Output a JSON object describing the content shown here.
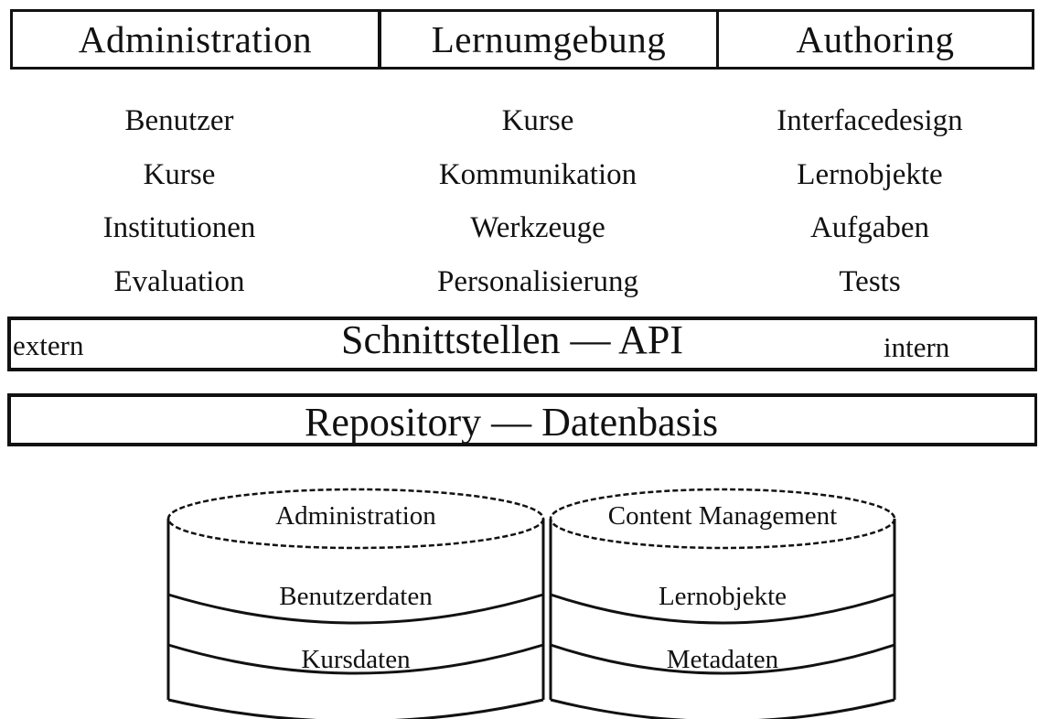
{
  "header": {
    "cells": [
      "Administration",
      "Lernumgebung",
      "Authoring"
    ]
  },
  "columns": [
    {
      "items": [
        "Benutzer",
        "Kurse",
        "Institutionen",
        "Evaluation"
      ]
    },
    {
      "items": [
        "Kurse",
        "Kommunikation",
        "Werkzeuge",
        "Personalisierung"
      ]
    },
    {
      "items": [
        "Interfacedesign",
        "Lernobjekte",
        "Aufgaben",
        "Tests"
      ]
    }
  ],
  "api": {
    "left": "extern",
    "title": "Schnittstellen — API",
    "right": "intern"
  },
  "repository": {
    "title": "Repository — Datenbasis"
  },
  "databases": [
    {
      "title": "Administration",
      "layers": [
        "Benutzerdaten",
        "Kursdaten"
      ]
    },
    {
      "title": "Content Management",
      "layers": [
        "Lernobjekte",
        "Metadaten"
      ]
    }
  ]
}
